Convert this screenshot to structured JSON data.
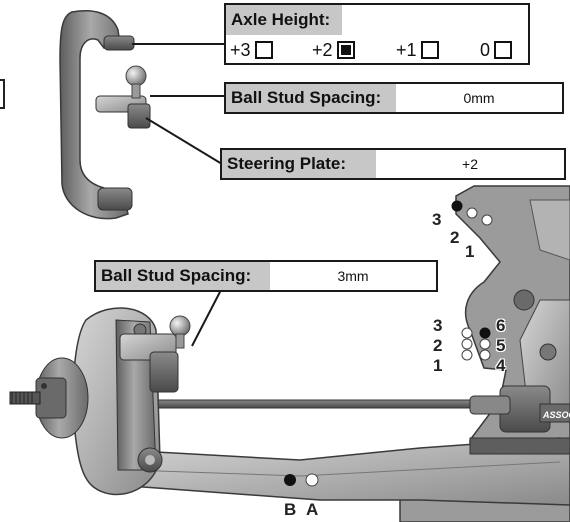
{
  "axle_height": {
    "label": "Axle Height:",
    "options": [
      {
        "label": "+3",
        "checked": false
      },
      {
        "label": "+2",
        "checked": true
      },
      {
        "label": "+1",
        "checked": false
      },
      {
        "label": "0",
        "checked": false
      }
    ]
  },
  "front_ball_stud": {
    "label": "Ball Stud Spacing:",
    "value": "0mm"
  },
  "steering_plate": {
    "label": "Steering Plate:",
    "value": "+2"
  },
  "rear_ball_stud": {
    "label": "Ball Stud Spacing:",
    "value": "3mm"
  },
  "upper_holes": {
    "labels": [
      "3",
      "2",
      "1"
    ]
  },
  "lower_holes": {
    "left_labels": [
      "3",
      "2",
      "1"
    ],
    "right_labels": [
      "6",
      "5",
      "4"
    ]
  },
  "arm_holes": {
    "labels": [
      "B",
      "A"
    ]
  },
  "chassis_logo": "ASSOC",
  "colors": {
    "callout_fill": "#c7c7c7",
    "border": "#1a1a1a",
    "part_gray": "#8f8f8f"
  }
}
